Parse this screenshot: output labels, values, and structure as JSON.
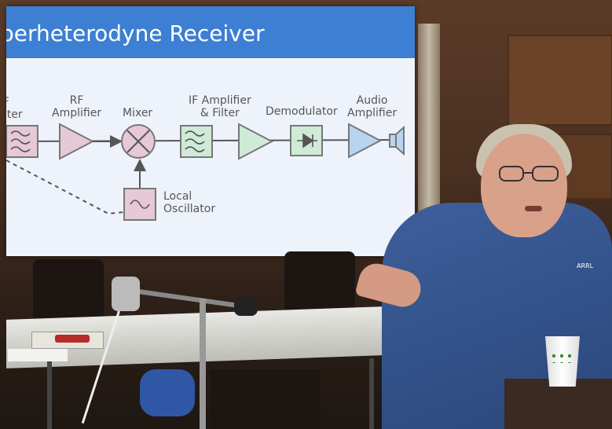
{
  "slide": {
    "title": "perheterodyne Receiver",
    "labels": {
      "rf_filter": "RF\nFilter",
      "rf_amplifier": "RF\nAmplifier",
      "mixer": "Mixer",
      "if_amplifier": "IF Amplifier\n& Filter",
      "demodulator": "Demodulator",
      "audio_amplifier": "Audio\nAmplifier",
      "local_oscillator": "Local\nOscillator"
    },
    "colors": {
      "title_bar": "#3c7fd3",
      "pink_block": "#e6c8d6",
      "green_block": "#cfead7",
      "blue_block": "#b9d4f0",
      "line": "#555555"
    }
  },
  "jacket_logo": "ARRL"
}
